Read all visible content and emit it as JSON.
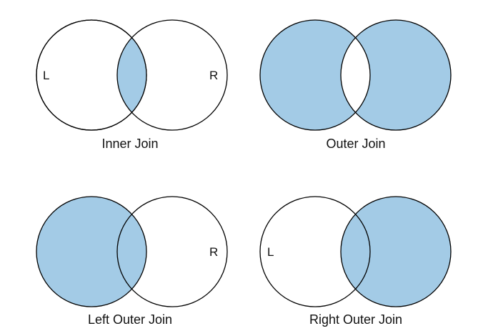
{
  "colors": {
    "fill": "#a3cbe6",
    "stroke": "#000000",
    "background": "#ffffff"
  },
  "diagrams": [
    {
      "caption": "Inner Join",
      "left_label": "L",
      "right_label": "R",
      "shaded": "intersection"
    },
    {
      "caption": "Outer Join",
      "left_label": "",
      "right_label": "",
      "shaded": "symmetric-difference"
    },
    {
      "caption": "Left Outer Join",
      "left_label": "",
      "right_label": "R",
      "shaded": "left"
    },
    {
      "caption": "Right Outer Join",
      "left_label": "L",
      "right_label": "",
      "shaded": "right"
    }
  ]
}
